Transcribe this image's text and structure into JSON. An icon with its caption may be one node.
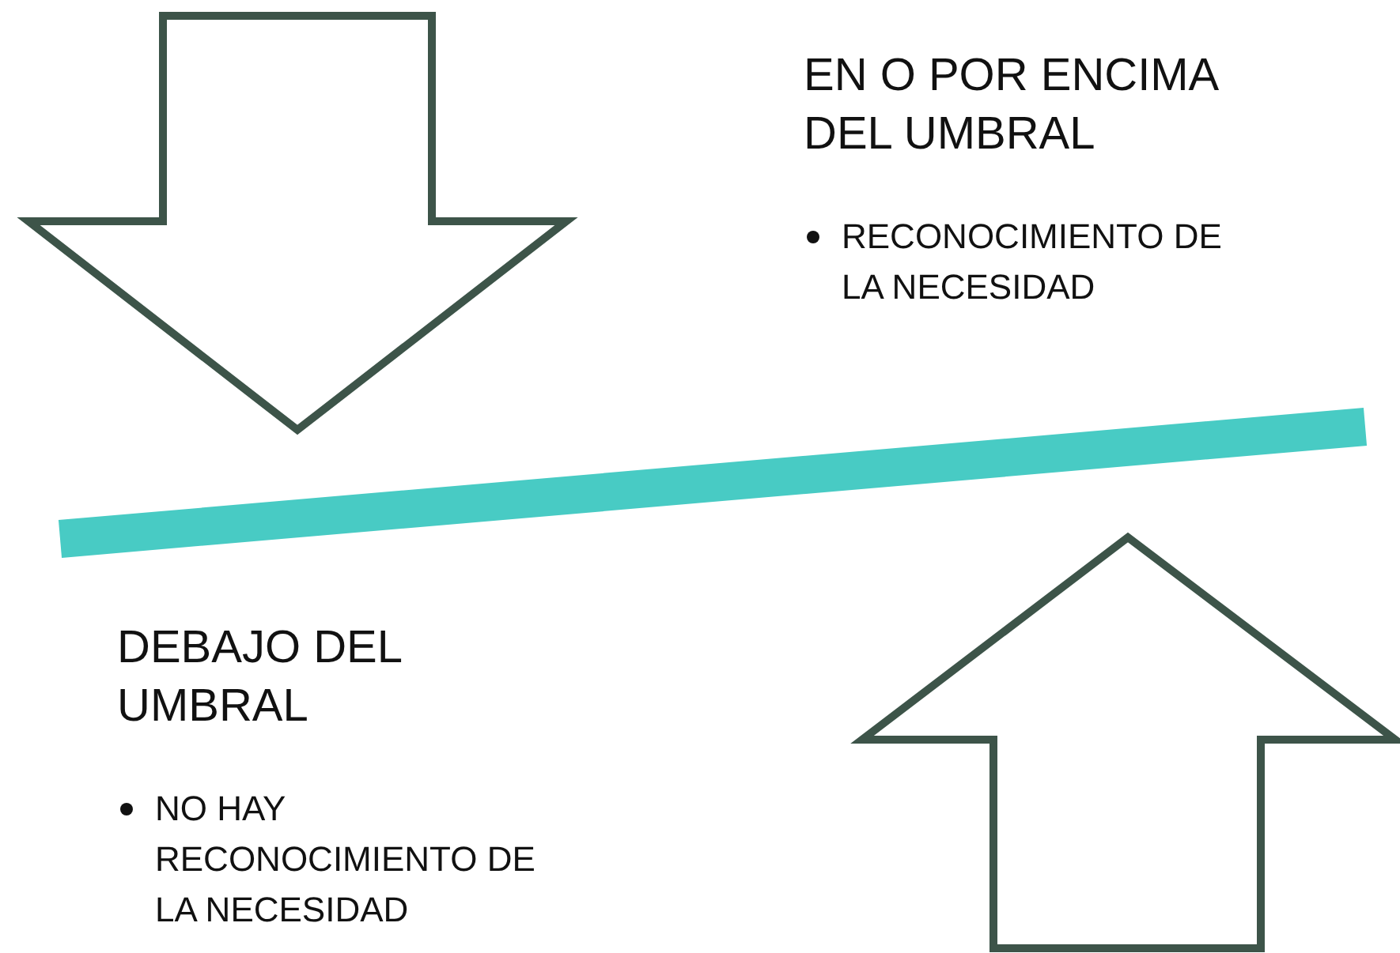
{
  "diagram": {
    "labels": [
      "EN O POR ENCIMA DEL UMBRAL",
      "RECONOCIMIENTO DE LA NECESIDAD",
      "DEBAJO DEL UMBRAL",
      "NO HAY RECONOCIMIENTO DE LA NECESIDAD"
    ]
  }
}
